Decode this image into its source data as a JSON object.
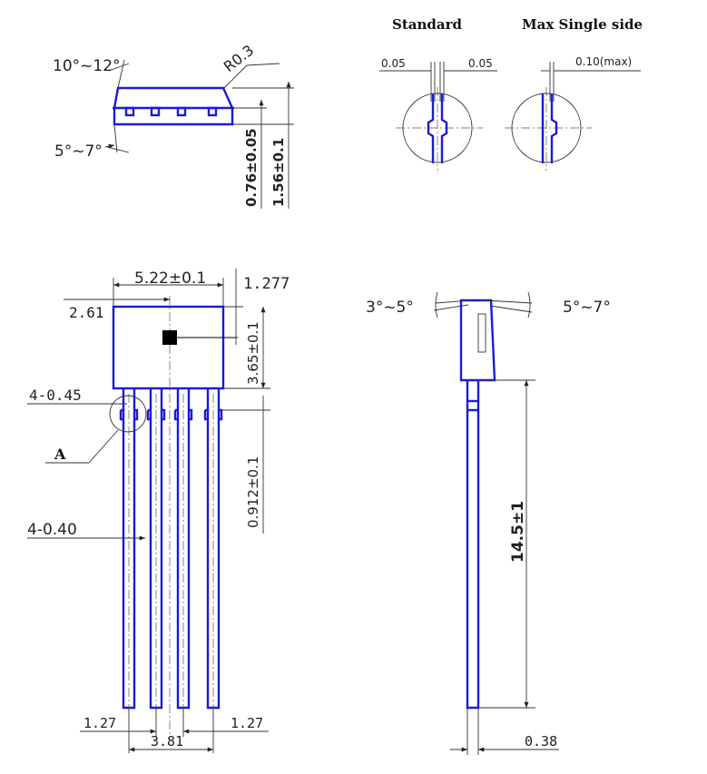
{
  "headers": {
    "standard": "Standard",
    "max_single_side": "Max Single side"
  },
  "dims": {
    "side_angle_top": "10°~12°",
    "radius": "R0.3",
    "side_angle_bottom": "5°~7°",
    "thickness_small": "0.76±0.05",
    "thickness_total": "1.56±0.1",
    "std_left": "0.05",
    "std_right": "0.05",
    "max_side": "0.10(max)",
    "body_width": "5.22±0.1",
    "top_offset": "1.277",
    "half_width": "2.61",
    "body_height": "3.65±0.1",
    "lead_width_top": "4-0.45",
    "detail": "A",
    "shoulder": "0.912±0.1",
    "lead_width": "4-0.40",
    "pitch_left": "1.27",
    "pitch_right": "1.27",
    "span": "3.81",
    "angle_left": "3°~5°",
    "angle_right": "5°~7°",
    "lead_length": "14.5±1",
    "lead_thickness": "0.38"
  }
}
